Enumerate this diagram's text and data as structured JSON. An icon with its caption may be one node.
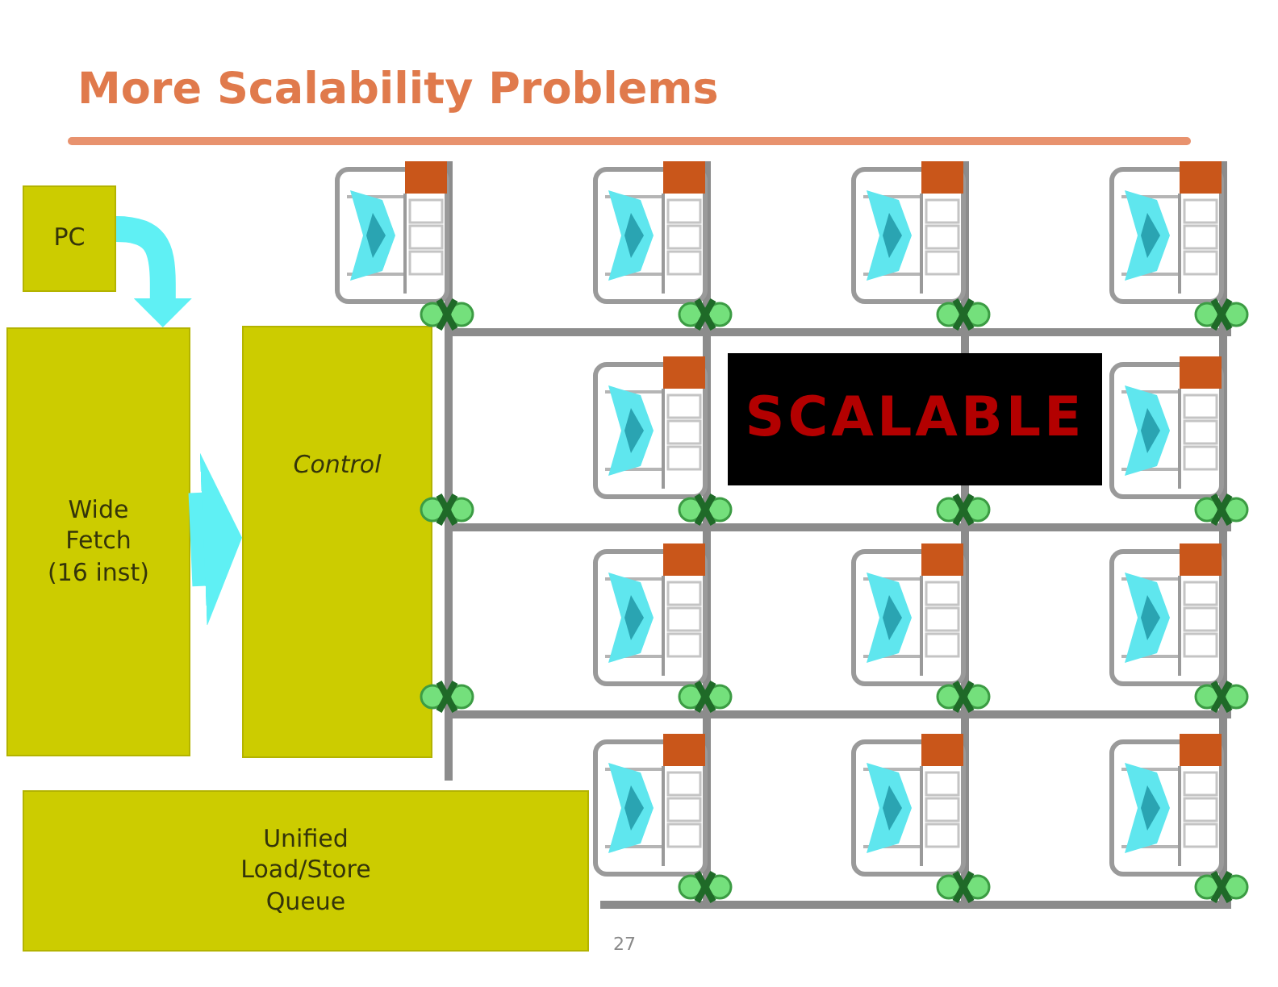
{
  "diagram": {
    "title": "More Scalability Problems",
    "nodes": [
      {
        "text": [
          "PC"
        ]
      },
      {
        "text": [
          "Wide Fetch (16 inst)"
        ]
      },
      {
        "text": [
          "Control"
        ]
      },
      {
        "text": [
          "Unified Load/Store Queue"
        ]
      },
      {
        "text": [
          "SCALABLE"
        ]
      }
    ],
    "edges": [
      {
        "from": 0,
        "to": 1,
        "arrow": "to"
      },
      {
        "from": 1,
        "to": 2,
        "arrow": "to"
      }
    ],
    "labels": [
      "27"
    ]
  }
}
